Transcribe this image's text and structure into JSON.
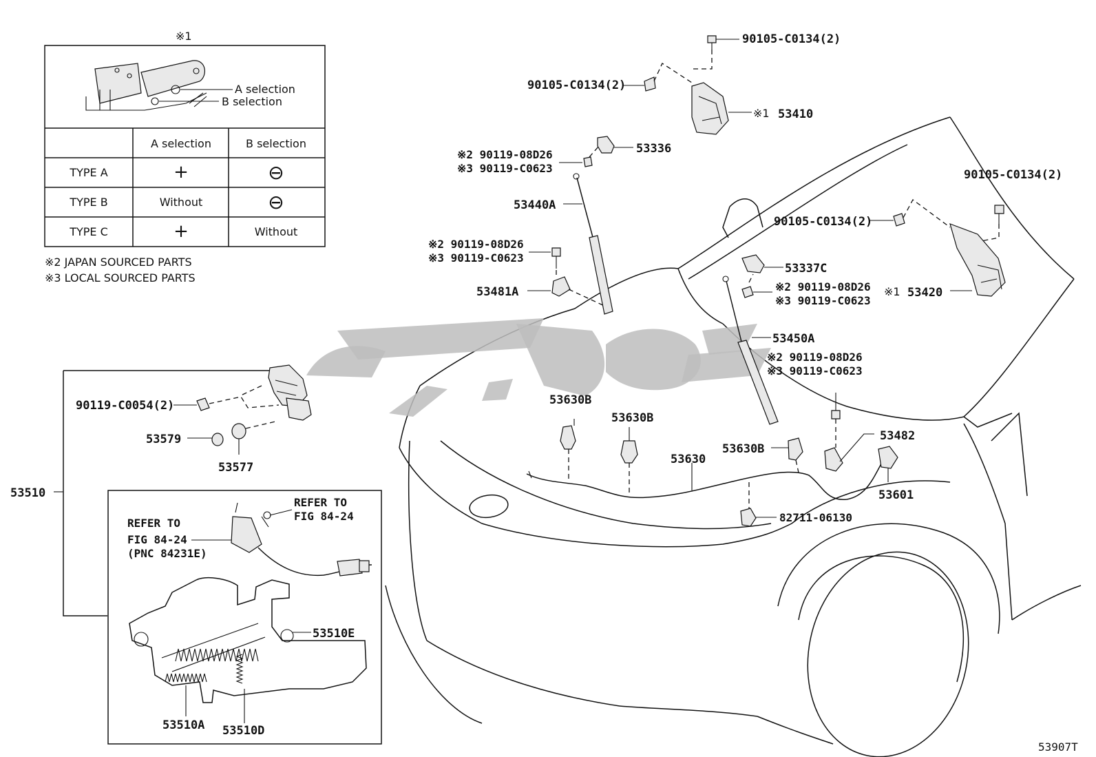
{
  "diagram_id": "53907T",
  "callouts": {
    "p53410": "53410",
    "p53420": "53420",
    "p53336": "53336",
    "p53337c": "53337C",
    "p53440a": "53440A",
    "p53450a": "53450A",
    "p53481a": "53481A",
    "p53482": "53482",
    "p53601": "53601",
    "p53630": "53630",
    "p53630b_1": "53630B",
    "p53630b_2": "53630B",
    "p53630b_3": "53630B",
    "p53510": "53510",
    "p53510e": "53510E",
    "p53510a": "53510A",
    "p53510d": "53510D",
    "p53579": "53579",
    "p53577": "53577",
    "bolt_hinge_top": "90105-C0134(2)",
    "bolt_hinge_left": "90105-C0134(2)",
    "bolt_hinge_r_top": "90105-C0134(2)",
    "bolt_hinge_r_left": "90105-C0134(2)",
    "bolt_lock": "90119-C0054(2)",
    "clip_82711": "82711-06130",
    "mark_1": "※1",
    "mark_1b": "※1",
    "mark_1c": "※1"
  },
  "stud_groups": {
    "g1": {
      "line1": "※2 90119-08D26",
      "line2": "※3 90119-C0623"
    },
    "g2": {
      "line1": "※2 90119-08D26",
      "line2": "※3 90119-C0623"
    },
    "g3": {
      "line1": "※2 90119-08D26",
      "line2": "※3 90119-C0623"
    },
    "g4": {
      "line1": "※2 90119-08D26",
      "line2": "※3 90119-C0623"
    }
  },
  "references": {
    "ref_right_1": "REFER TO",
    "ref_right_2": "FIG 84-24",
    "ref_left_1": "REFER TO",
    "ref_left_2": "FIG 84-24",
    "ref_left_3": "(PNC 84231E)"
  },
  "selection_table": {
    "mark": "※1",
    "callout_a": "A selection",
    "callout_b": "B selection",
    "headers": [
      "",
      "A selection",
      "B selection"
    ],
    "rows": [
      {
        "type": "TYPE A",
        "a": "+",
        "b": "⊖"
      },
      {
        "type": "TYPE B",
        "a": "Without",
        "b": "⊖"
      },
      {
        "type": "TYPE C",
        "a": "+",
        "b": "Without"
      }
    ]
  },
  "notes": {
    "note2": "※2 JAPAN SOURCED PARTS",
    "note3": "※3 LOCAL SOURCED PARTS"
  }
}
